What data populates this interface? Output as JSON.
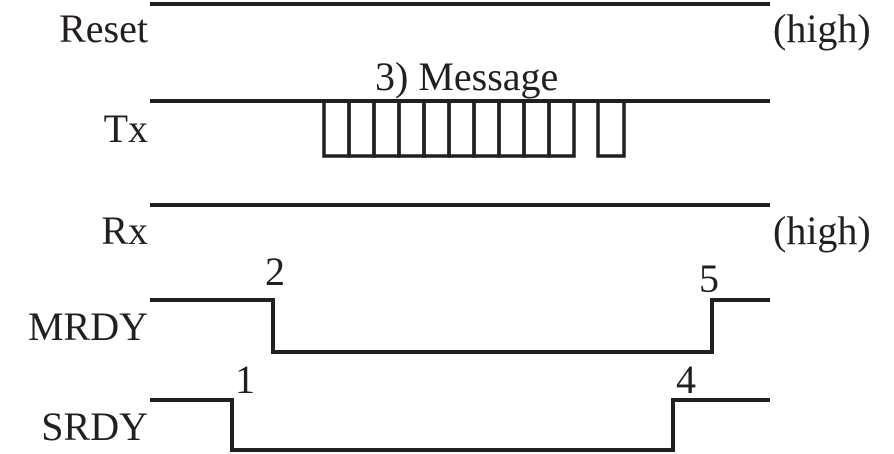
{
  "signals": {
    "reset": {
      "name": "Reset",
      "state": "(high)"
    },
    "tx": {
      "name": "Tx",
      "annotation": "3) Message"
    },
    "rx": {
      "name": "Rx",
      "state": "(high)"
    },
    "mrdy": {
      "name": "MRDY"
    },
    "srdy": {
      "name": "SRDY"
    }
  },
  "events": {
    "e1": "1",
    "e2": "2",
    "e4": "4",
    "e5": "5"
  },
  "colors": {
    "ink": "#231f20",
    "background": "#ffffff"
  }
}
